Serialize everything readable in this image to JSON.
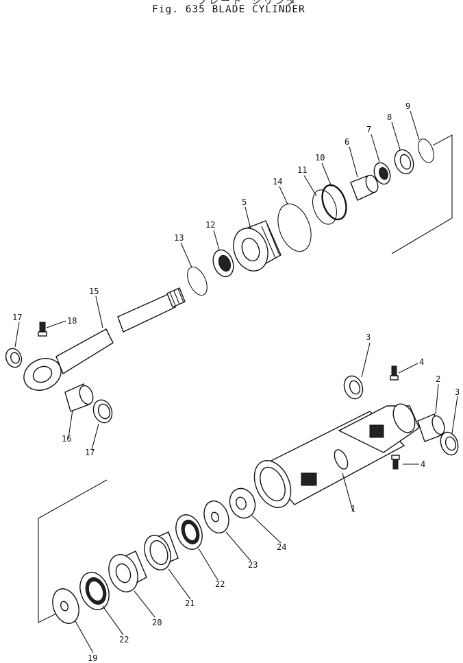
{
  "figure": {
    "title_japanese": "ブレード シリンダ",
    "title": "Fig. 635   BLADE CYLINDER"
  },
  "callouts": [
    "1",
    "2",
    "3",
    "4",
    "5",
    "6",
    "7",
    "8",
    "9",
    "10",
    "11",
    "12",
    "13",
    "14",
    "15",
    "16",
    "17",
    "18",
    "19",
    "20",
    "21",
    "22",
    "23",
    "24"
  ]
}
